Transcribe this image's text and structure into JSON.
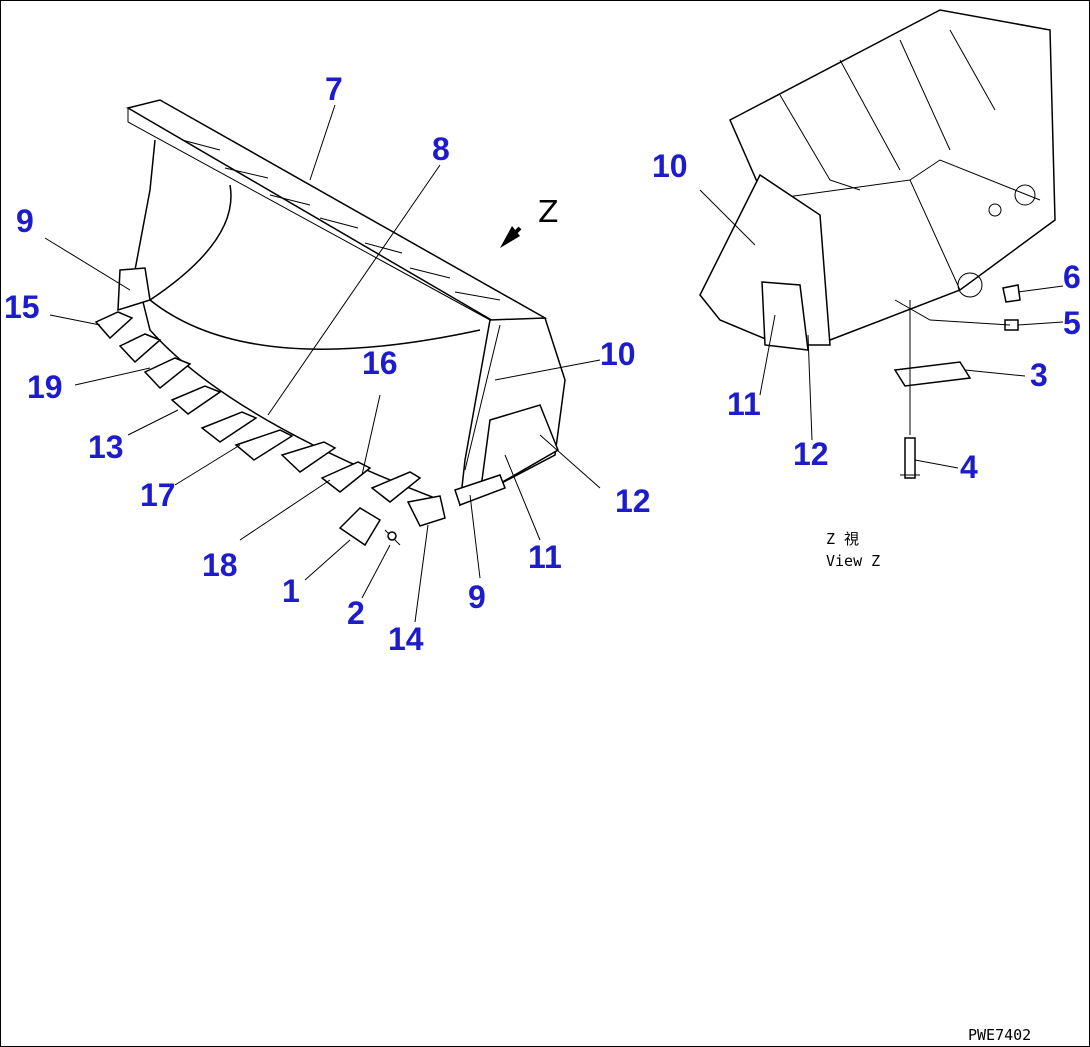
{
  "callouts": [
    {
      "id": "c7",
      "label": "7"
    },
    {
      "id": "c8",
      "label": "8"
    },
    {
      "id": "c9a",
      "label": "9"
    },
    {
      "id": "c15",
      "label": "15"
    },
    {
      "id": "c19",
      "label": "19"
    },
    {
      "id": "c13",
      "label": "13"
    },
    {
      "id": "c17",
      "label": "17"
    },
    {
      "id": "c18",
      "label": "18"
    },
    {
      "id": "c16",
      "label": "16"
    },
    {
      "id": "c1",
      "label": "1"
    },
    {
      "id": "c2",
      "label": "2"
    },
    {
      "id": "c14",
      "label": "14"
    },
    {
      "id": "c9b",
      "label": "9"
    },
    {
      "id": "c11a",
      "label": "11"
    },
    {
      "id": "c12a",
      "label": "12"
    },
    {
      "id": "c10a",
      "label": "10"
    },
    {
      "id": "c10b",
      "label": "10"
    },
    {
      "id": "c11b",
      "label": "11"
    },
    {
      "id": "c12b",
      "label": "12"
    },
    {
      "id": "c6",
      "label": "6"
    },
    {
      "id": "c5",
      "label": "5"
    },
    {
      "id": "c3",
      "label": "3"
    },
    {
      "id": "c4",
      "label": "4"
    }
  ],
  "view_marker": "Z",
  "view_caption_jp": "Z 視",
  "view_caption_en": "View Z",
  "drawing_code": "PWE7402",
  "colors": {
    "callout": "#1c1ccd",
    "line": "#000000"
  }
}
